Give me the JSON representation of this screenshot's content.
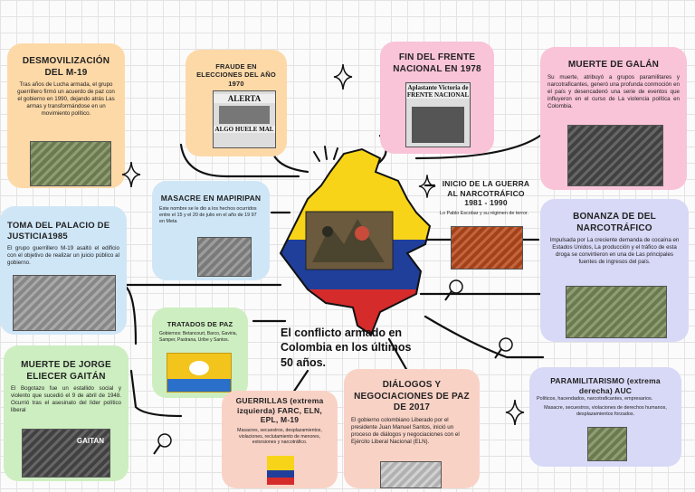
{
  "main_title": "El conflicto armado en Colombia en los últimos 50 años.",
  "cards": {
    "desmovilizacion": {
      "title": "DESMOVILIZACIÓN DEL M-19",
      "text": "Tras años de Lucha armada, el grupo guerrillero firmó un acuerdo de paz con el gobierno en 1990, dejando atrás Las armas y transformándose en un movimiento político."
    },
    "fraude": {
      "title": "FRAUDE EN ELECCIONES DEL AÑO 1970",
      "headline_1": "ALERTA",
      "headline_2": "ALGO HUELE MAL"
    },
    "frente_nacional": {
      "title": "FIN DEL FRENTE NACIONAL EN 1978",
      "newspaper": "Aplastante Victoria de FRENTE NACIONAL"
    },
    "galan": {
      "title": "MUERTE DE GALÁN",
      "text": "Su muerte, atribuyó a grupos paramilitares y narcotraficantes, generó una profunda conmoción en el país y desencadenó una serie de eventos que influyeron en el curso de La violencia política en Colombia."
    },
    "mapiripan": {
      "title": "MASACRE EN MAPIRIPAN",
      "text": "Este nombre se le dio a los hechos ocurridos entre el 15 y el 20 de julio en el año de 19 97 en Meta"
    },
    "narcotrafico": {
      "title": "INICIO DE LA GUERRA AL NARCOTRÁFICO 1981 - 1990",
      "text": "Lo Pablo Escobar y su régimen de terror."
    },
    "palacio": {
      "title": "TOMA DEL PALACIO DE JUSTICIA1985",
      "text": "El grupo guerrillero M-19 asaltó el edificio con el objetivo de realizar un juicio público al gobierno."
    },
    "bonanza": {
      "title": "BONANZA DE DEL NARCOTRÁFICO",
      "text": "Impulsada por La creciente demanda de cocaína en Estados Unidos, La producción y el tráfico de esta droga se convirtieron en una de Las principales fuentes de ingresos del país."
    },
    "tratados": {
      "title": "TRATADOS DE PAZ",
      "text": "Gobiernos: Betancourt, Barco, Gaviria, Samper, Pastrana, Uribe y Santos."
    },
    "gaitan": {
      "title": "MUERTE DE JORGE ELIECER GAITÁN",
      "text": "El Bogotazo fue un estallido social y violento que sucedió el 9 de abril de 1948. Ocurrió tras el asesinato del líder político liberal",
      "poster": "GAITAN"
    },
    "guerrillas": {
      "title": "GUERRILLAS (extrema izquierda) FARC, ELN, EPL, M-19",
      "text": "Masacres, secuestros, desplazamientos, violaciones, reclutamiento de menores, extorsiones y narcotráfico."
    },
    "dialogos": {
      "title": "DIÁLOGOS Y NEGOCIACIONES DE PAZ DE 2017",
      "text": "El gobierno colombiano Liberado por el presidente Juan Manuel Santos, inició un proceso de diálogos y negociaciones con el Ejército Liberal Nacional (ELN)."
    },
    "paramilitarismo": {
      "title": "PARAMILITARISMO (extrema derecha) AUC",
      "subtitle": "Políticos, hacendados, narcotraficantes, empresarios.",
      "text": "Masacre, secuestros, violaciones de derechos humanos, desplazamientos forzados."
    }
  },
  "colors": {
    "flag_yellow": "#f7d417",
    "flag_blue": "#1f3f9a",
    "flag_red": "#d52b2b",
    "connector": "#111111"
  }
}
